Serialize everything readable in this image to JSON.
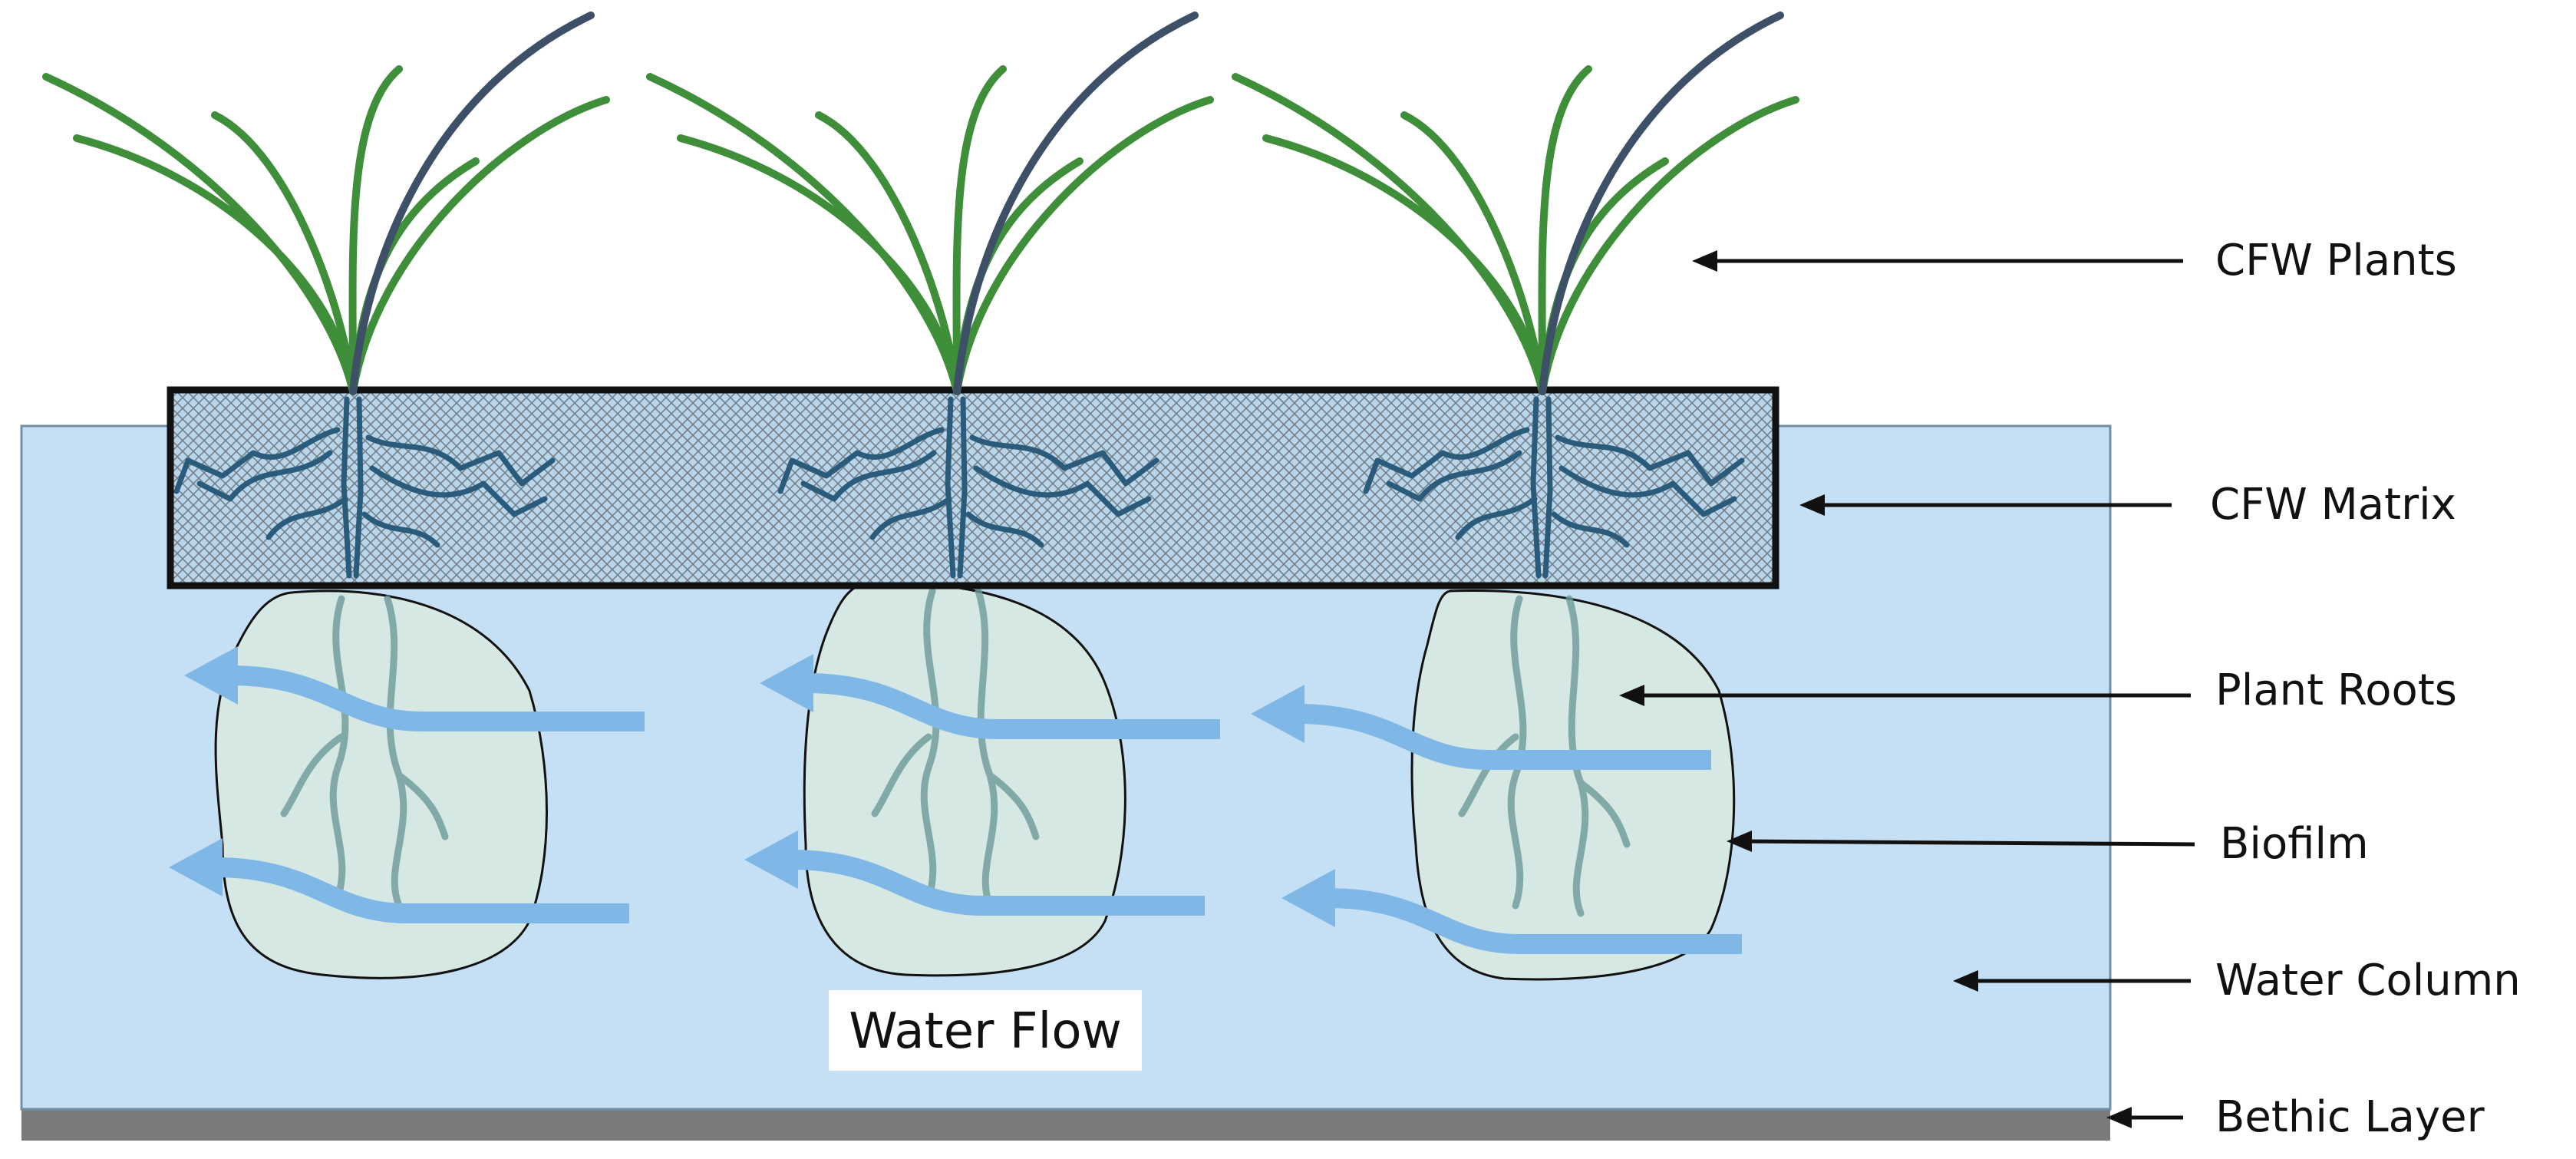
{
  "labels": {
    "plants": "CFW Plants",
    "matrix": "CFW Matrix",
    "roots": "Plant Roots",
    "biofilm": "Biofilm",
    "water_column": "Water Column",
    "benthic": "Bethic Layer"
  },
  "water_flow": "Water Flow",
  "colors": {
    "water": "#c5e0f4",
    "water_edge": "#6f8fa8",
    "benthic": "#7a7a7a",
    "matrix_border": "#111111",
    "leaf": "#3f8f3a",
    "leaf_dark": "#3d5068",
    "root": "#2b5b7a",
    "biofilm": "#d5e8e4",
    "flow_arrow": "#7fb8e6"
  }
}
